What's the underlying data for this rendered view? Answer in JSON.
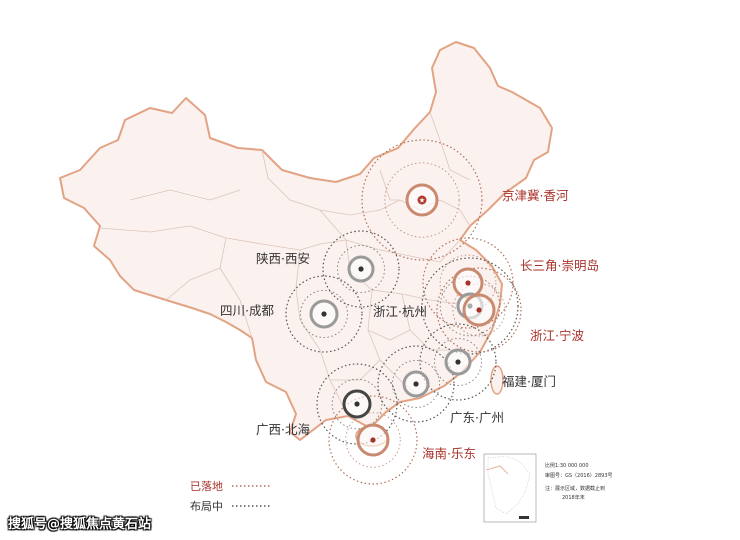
{
  "cities": [
    {
      "label": "京津冀·香河",
      "status": "landed"
    },
    {
      "label": "陕西·西安",
      "status": "planned"
    },
    {
      "label": "长三角·崇明岛",
      "status": "landed"
    },
    {
      "label": "四川·成都",
      "status": "planned"
    },
    {
      "label": "浙江·杭州",
      "status": "planned"
    },
    {
      "label": "浙江·宁波",
      "status": "landed"
    },
    {
      "label": "福建·厦门",
      "status": "planned"
    },
    {
      "label": "广东·广州",
      "status": "planned"
    },
    {
      "label": "广西·北海",
      "status": "planned"
    },
    {
      "label": "海南·乐东",
      "status": "landed"
    }
  ],
  "legend": {
    "landed": "已落地",
    "planned": "布局中"
  },
  "inset": {
    "scale": "比例1:30 000 000",
    "approval": "审图号：GS（2016）2893号",
    "note": "注：展示区域，数据截止到",
    "year": "2018年末"
  },
  "watermark": "搜狐号@搜狐焦点黄石站",
  "colors": {
    "landed": "#b0705a",
    "planned": "#555555",
    "label_red": "#a8322a",
    "map_fill": "#fbf1ee",
    "border": "#e2a384"
  }
}
